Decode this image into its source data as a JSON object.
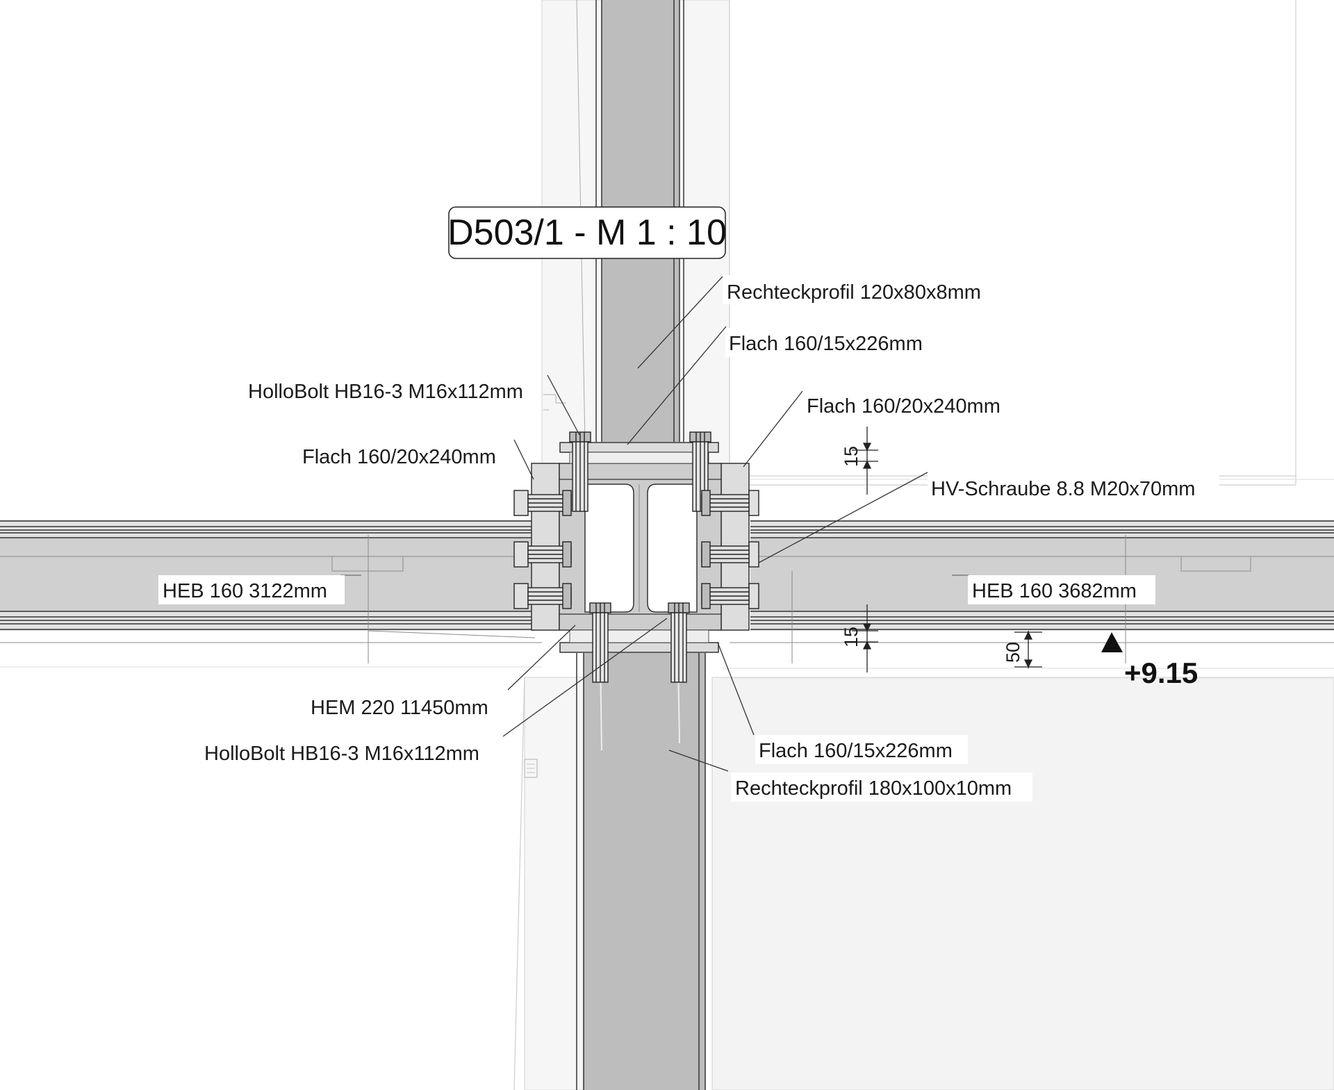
{
  "drawing": {
    "title": "D503/1 - M 1 : 10",
    "level_mark": "+9.15",
    "labels": {
      "rechteck_top": "Rechteckprofil  120x80x8mm",
      "flach_top_226": "Flach  160/15x226mm",
      "hollobolt_top": "HolloBolt HB16-3  M16x112mm",
      "flach_right_240": "Flach  160/20x240mm",
      "flach_left_240": "Flach  160/20x240mm",
      "hv_schraube": "HV-Schraube 8.8  M20x70mm",
      "heb_left": "HEB 160  3122mm",
      "heb_right": "HEB 160  3682mm",
      "hem": "HEM 220  11450mm",
      "hollobolt_bottom": "HolloBolt HB16-3  M16x112mm",
      "flach_bottom_226": "Flach  160/15x226mm",
      "rechteck_bottom": "Rechteckprofil  180x100x10mm"
    },
    "dimensions": {
      "dim_top": "15",
      "dim_mid": "15",
      "dim_side": "50"
    },
    "colors": {
      "line": "#1a1a1a",
      "light_line": "#9a9a9a",
      "fill_dark": "#bdbdbd",
      "fill_mid": "#cfcfcf",
      "fill_light": "#e6e6e6",
      "fill_pale": "#f3f3f3"
    }
  }
}
